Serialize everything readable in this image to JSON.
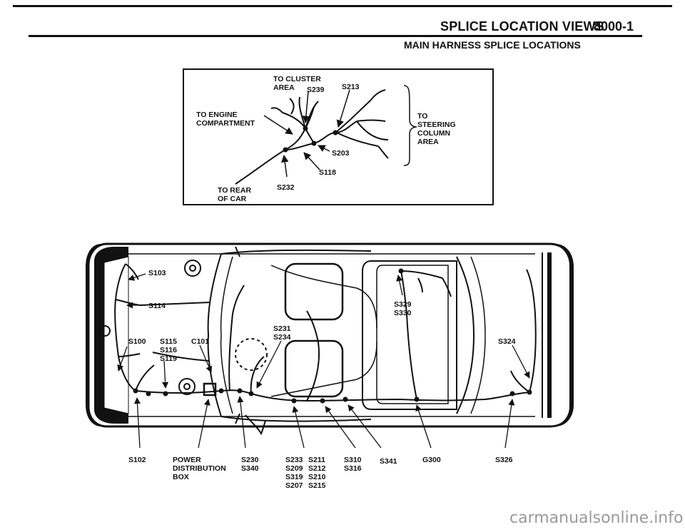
{
  "header": {
    "title": "SPLICE LOCATION VIEWS",
    "page_number": "8000-1",
    "subtitle": "MAIN HARNESS SPLICE LOCATIONS"
  },
  "inset": {
    "to_cluster_1": "TO CLUSTER",
    "to_cluster_2": "AREA",
    "s239": "S239",
    "s213": "S213",
    "to_engine_1": "TO ENGINE",
    "to_engine_2": "COMPARTMENT",
    "to_steering_1": "TO",
    "to_steering_2": "STEERING",
    "to_steering_3": "COLUMN",
    "to_steering_4": "AREA",
    "s203": "S203",
    "s118": "S118",
    "s232": "S232",
    "to_rear_1": "TO REAR",
    "to_rear_2": "OF CAR"
  },
  "car_labels": {
    "s103": "S103",
    "s114": "S114",
    "s100": "S100",
    "s115": "S115",
    "s116": "S116",
    "s119": "S119",
    "c101": "C101",
    "s231": "S231",
    "s234": "S234",
    "s329": "S329",
    "s330": "S330",
    "s324": "S324"
  },
  "bottom_labels": {
    "s102": "S102",
    "power_1": "POWER",
    "power_2": "DISTRIBUTION",
    "power_3": "BOX",
    "s230": "S230",
    "s340": "S340",
    "s233": "S233",
    "s211": "S211",
    "s209": "S209",
    "s212": "S212",
    "s319": "S319",
    "s210": "S210",
    "s207": "S207",
    "s215": "S215",
    "s310": "S310",
    "s316": "S316",
    "s341": "S341",
    "g300": "G300",
    "s326": "S326"
  },
  "watermark": "carmanualsonline.info"
}
